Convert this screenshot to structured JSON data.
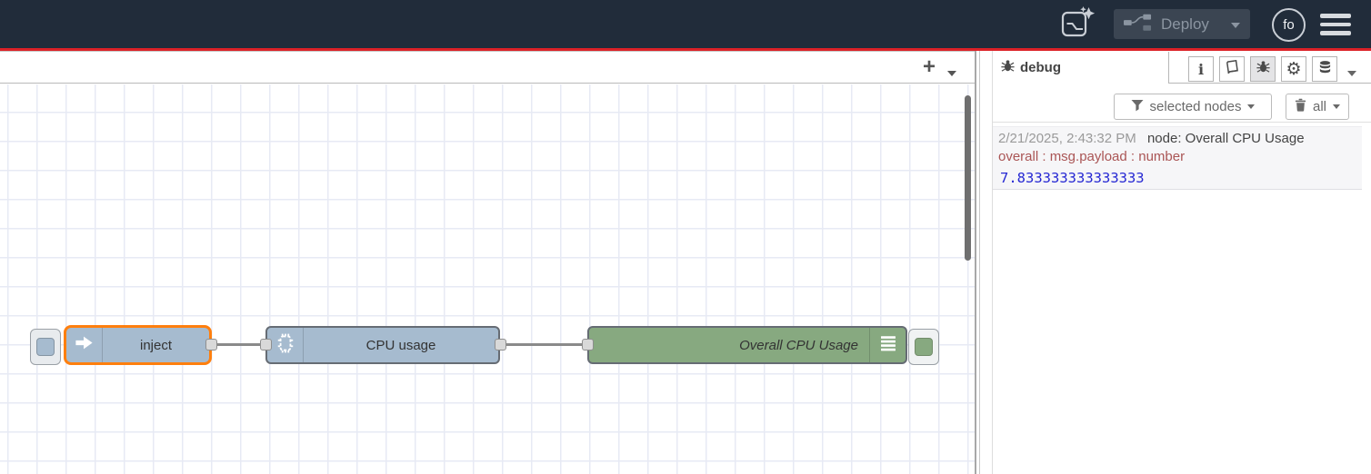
{
  "header": {
    "deploy": {
      "label": "Deploy"
    },
    "avatar": {
      "initials": "fo"
    }
  },
  "workspace": {
    "add_flow": "+"
  },
  "flow": {
    "inject": {
      "label": "inject"
    },
    "cpu": {
      "label": "CPU usage"
    },
    "debug": {
      "label": "Overall CPU Usage"
    }
  },
  "sidebar": {
    "tab": "debug",
    "filter": "selected nodes",
    "clear": "all",
    "message": {
      "timestamp": "2/21/2025, 2:43:32 PM",
      "source": "node: Overall CPU Usage",
      "meta": "overall : msg.payload : number",
      "value": "7.833333333333333"
    }
  },
  "colors": {
    "header_bg": "#212c3a",
    "accent_red": "#dc2127",
    "node_blue": "#a6bbcf",
    "node_green": "#87a980",
    "selected_orange": "#ff7f0e"
  }
}
